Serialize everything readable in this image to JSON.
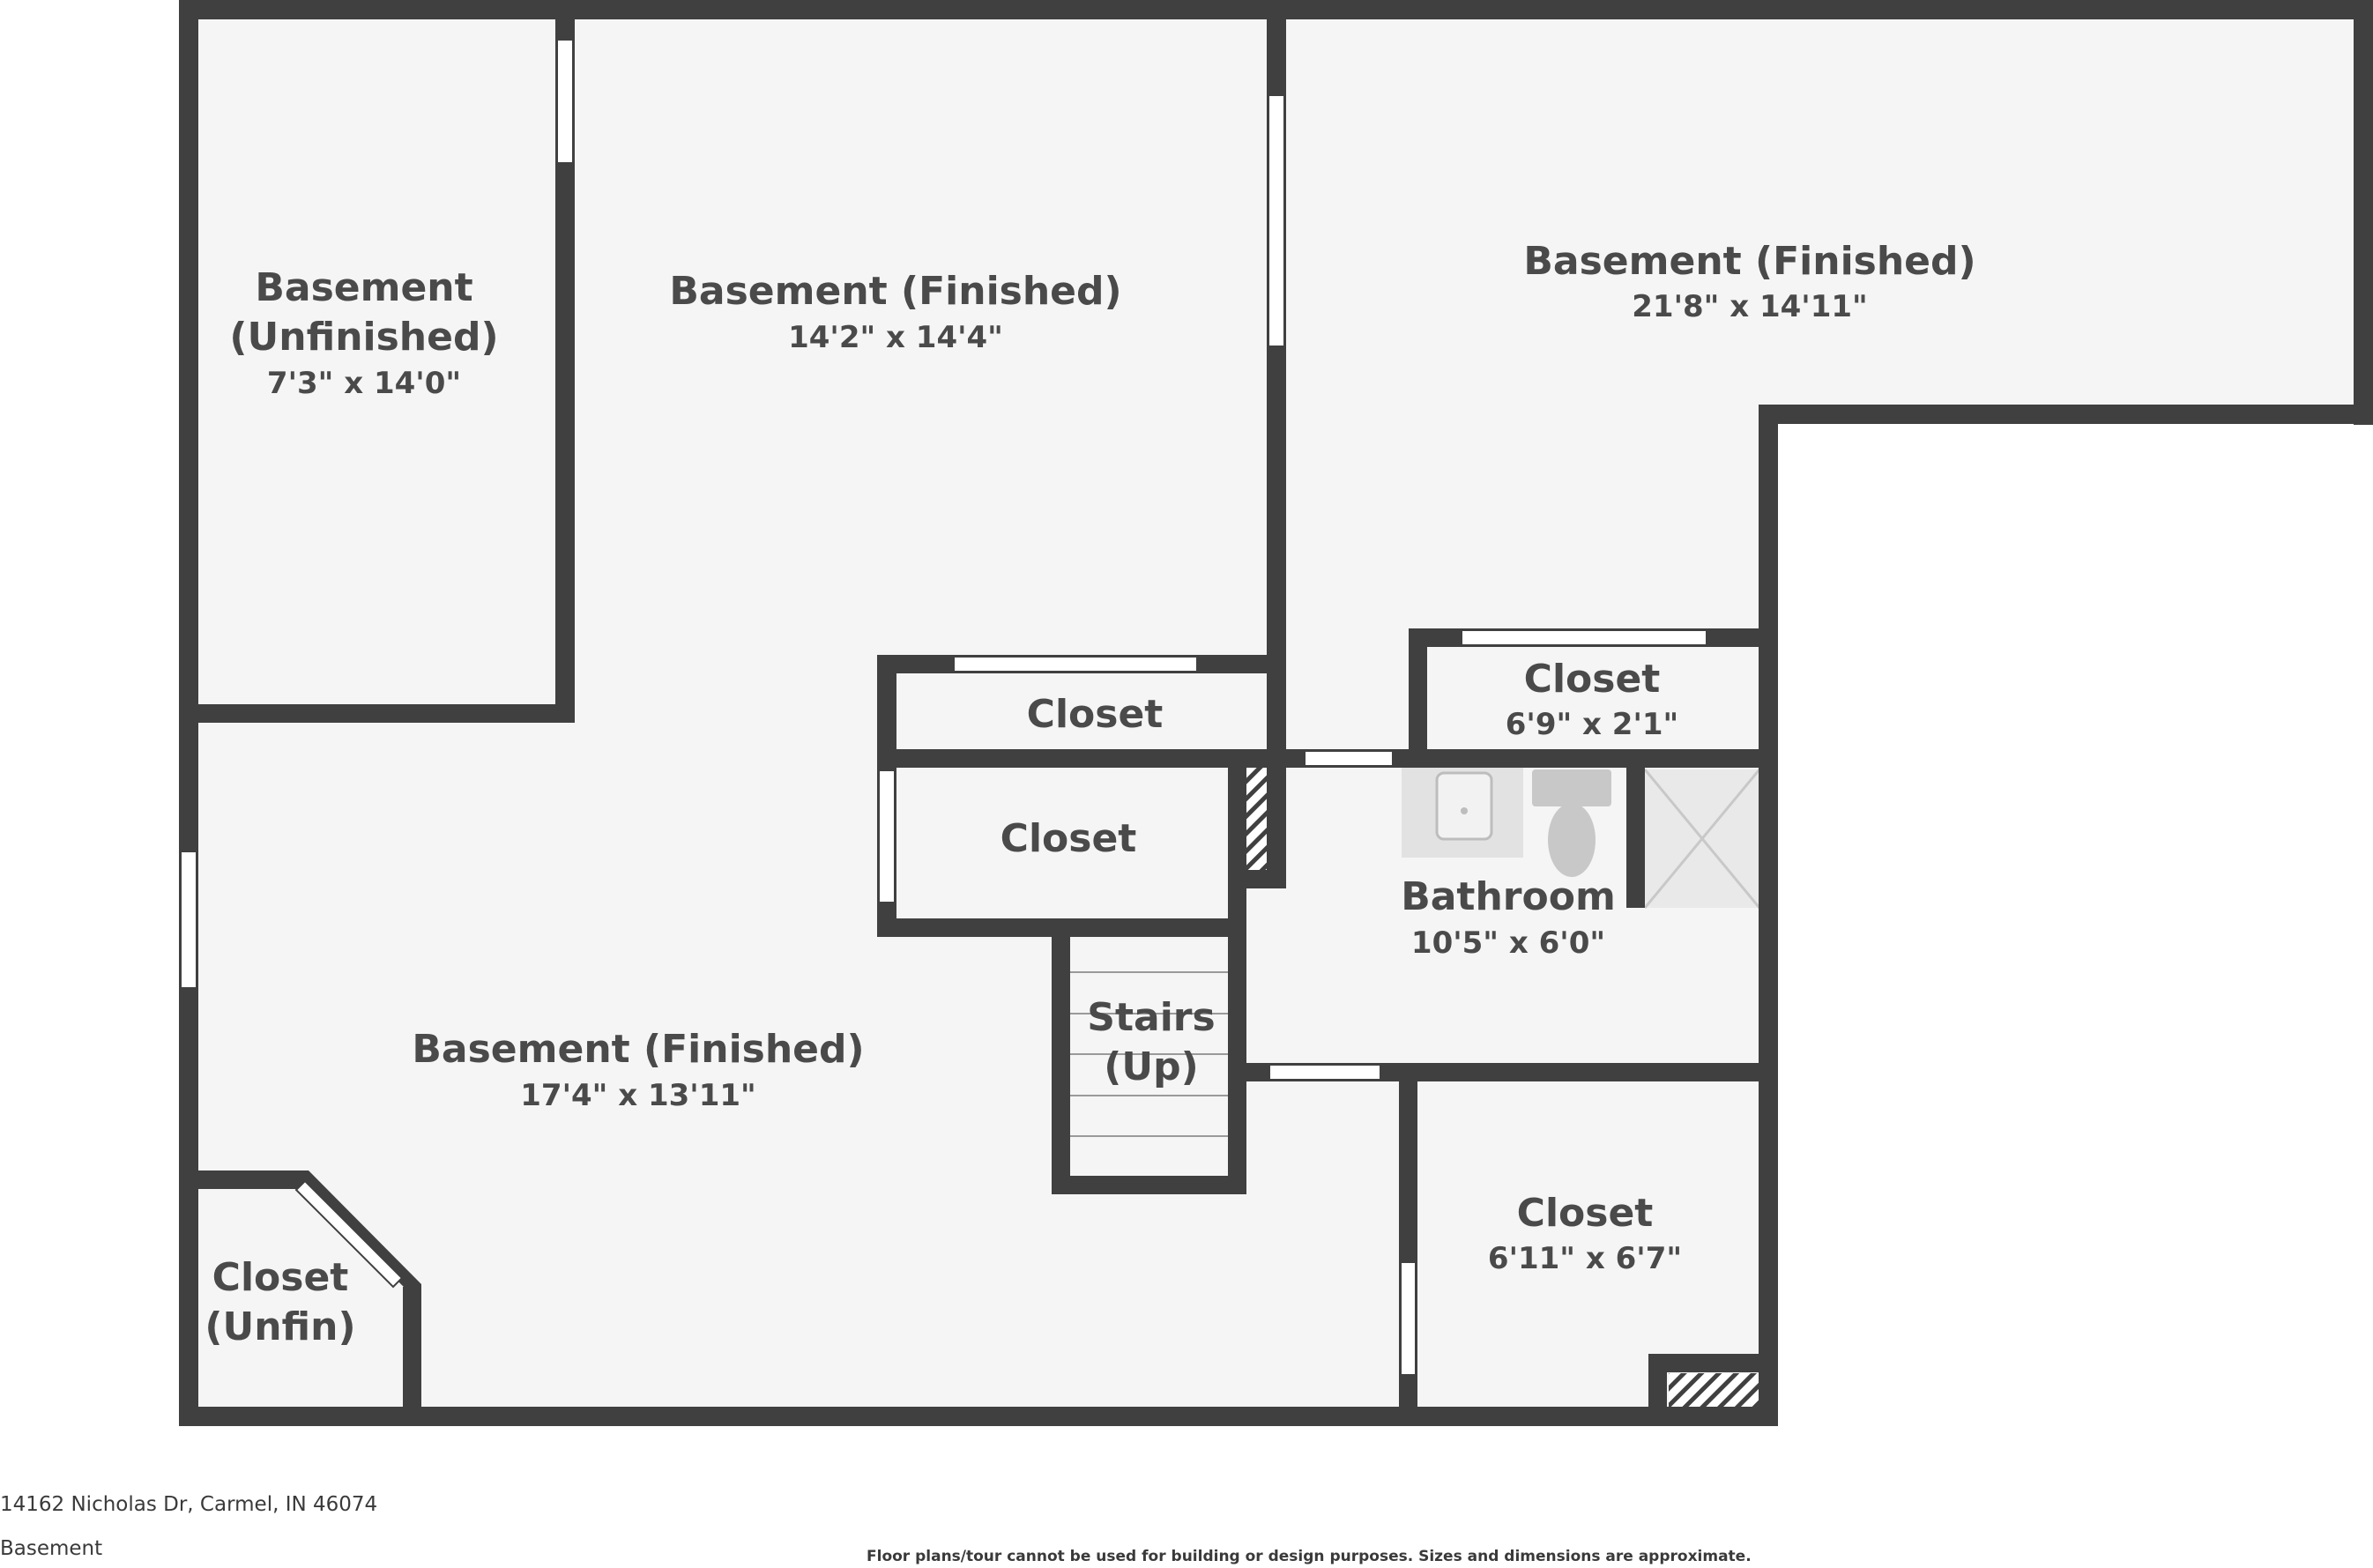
{
  "rooms": [
    {
      "id": "basement-unfinished",
      "name_lines": [
        "Basement",
        "(Unfinished)"
      ],
      "dimensions": "7'3\" x 14'0\""
    },
    {
      "id": "basement-finished-center",
      "name_lines": [
        "Basement (Finished)"
      ],
      "dimensions": "14'2\" x 14'4\""
    },
    {
      "id": "basement-finished-right",
      "name_lines": [
        "Basement (Finished)"
      ],
      "dimensions": "21'8\" x 14'11\""
    },
    {
      "id": "basement-finished-lower",
      "name_lines": [
        "Basement (Finished)"
      ],
      "dimensions": "17'4\" x 13'11\""
    },
    {
      "id": "closet-upper-middle",
      "name_lines": [
        "Closet"
      ],
      "dimensions": ""
    },
    {
      "id": "closet-middle",
      "name_lines": [
        "Closet"
      ],
      "dimensions": ""
    },
    {
      "id": "closet-upper-right",
      "name_lines": [
        "Closet"
      ],
      "dimensions": "6'9\" x 2'1\""
    },
    {
      "id": "bathroom",
      "name_lines": [
        "Bathroom"
      ],
      "dimensions": "10'5\" x 6'0\""
    },
    {
      "id": "stairs",
      "name_lines": [
        "Stairs",
        "(Up)"
      ],
      "dimensions": ""
    },
    {
      "id": "closet-lower-right",
      "name_lines": [
        "Closet"
      ],
      "dimensions": "6'11\" x 6'7\""
    },
    {
      "id": "closet-unfinished",
      "name_lines": [
        "Closet",
        "(Unfin)"
      ],
      "dimensions": ""
    }
  ],
  "footer": {
    "address": "14162 Nicholas Dr, Carmel, IN 46074",
    "level": "Basement",
    "disclaimer": "Floor plans/tour cannot be used for building or design purposes. Sizes and dimensions are approximate."
  },
  "colors": {
    "wall": "#404040",
    "floor": "#f5f5f5",
    "text": "#4a4a4a",
    "fixture": "#c8c8c8"
  }
}
